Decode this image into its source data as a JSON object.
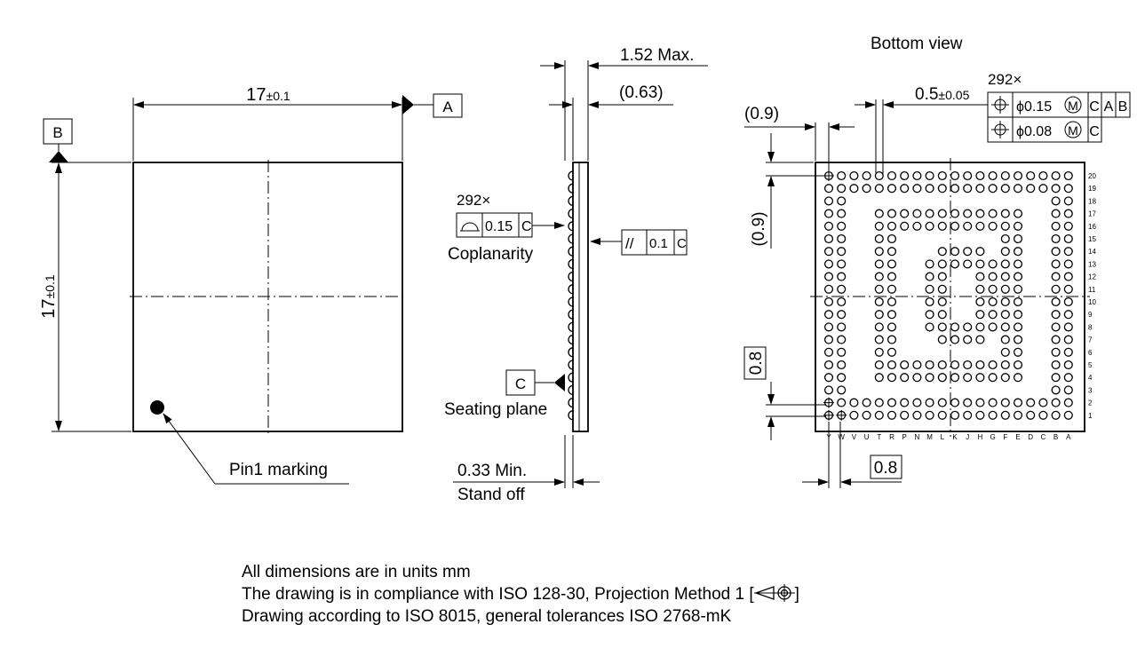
{
  "top_view": {
    "width_dim": "17",
    "width_tol": "±0.1",
    "height_dim": "17",
    "height_tol": "±0.1",
    "datum_a": "A",
    "datum_b": "B",
    "pin1_label": "Pin1 marking"
  },
  "side_view": {
    "max_height": "1.52 Max.",
    "body_thickness": "(0.63)",
    "ball_count_label": "292×",
    "coplanarity_value": "0.15",
    "coplanarity_datum": "C",
    "coplanarity_label": "Coplanarity",
    "parallelism_symbol": "//",
    "parallelism_value": "0.1",
    "parallelism_datum": "C",
    "datum_c": "C",
    "seating_plane_label": "Seating plane",
    "standoff_value": "0.33 Min.",
    "standoff_label": "Stand off"
  },
  "bottom_view": {
    "title": "Bottom view",
    "ball_count_label": "292×",
    "ball_diameter": "0.5",
    "ball_diameter_tol": "±0.05",
    "edge_offset_x": "(0.9)",
    "edge_offset_y": "(0.9)",
    "pitch_y": "0.8",
    "pitch_x": "0.8",
    "fcf_row1": {
      "tolerance": "ϕ0.15",
      "modifier": "M",
      "datums": [
        "C",
        "A",
        "B"
      ]
    },
    "fcf_row2": {
      "tolerance": "ϕ0.08",
      "modifier": "M",
      "datums": [
        "C"
      ]
    },
    "row_labels": [
      "20",
      "19",
      "18",
      "17",
      "16",
      "15",
      "14",
      "13",
      "12",
      "11",
      "10",
      "9",
      "8",
      "7",
      "6",
      "5",
      "4",
      "3",
      "2",
      "1"
    ],
    "column_labels": [
      "Y",
      "W",
      "V",
      "U",
      "T",
      "R",
      "P",
      "N",
      "M",
      "L",
      "K",
      "J",
      "H",
      "G",
      "F",
      "E",
      "D",
      "C",
      "B",
      "A"
    ],
    "ball_map": [
      "11111111111111111111",
      "11111111111111111111",
      "11000000000000000011",
      "11001111111111110011",
      "11001111111111110011",
      "11001100000000110011",
      "11001100011110110011",
      "11001100111111110011",
      "11001100110011110011",
      "11001100110011110011",
      "11001100110011110011",
      "11001100110011110011",
      "11001100111111110011",
      "11001100011110110011",
      "11001100000000110011",
      "11001111111111110011",
      "11001111111111110011",
      "11000000000000000011",
      "11111111111111111111",
      "11111111111111111111"
    ]
  },
  "notes": [
    "All dimensions are in units mm",
    "The drawing is in compliance with ISO 128-30, Projection Method 1 [",
    "Drawing according to ISO 8015, general tolerances ISO 2768-mK"
  ],
  "notes_suffix": "]"
}
